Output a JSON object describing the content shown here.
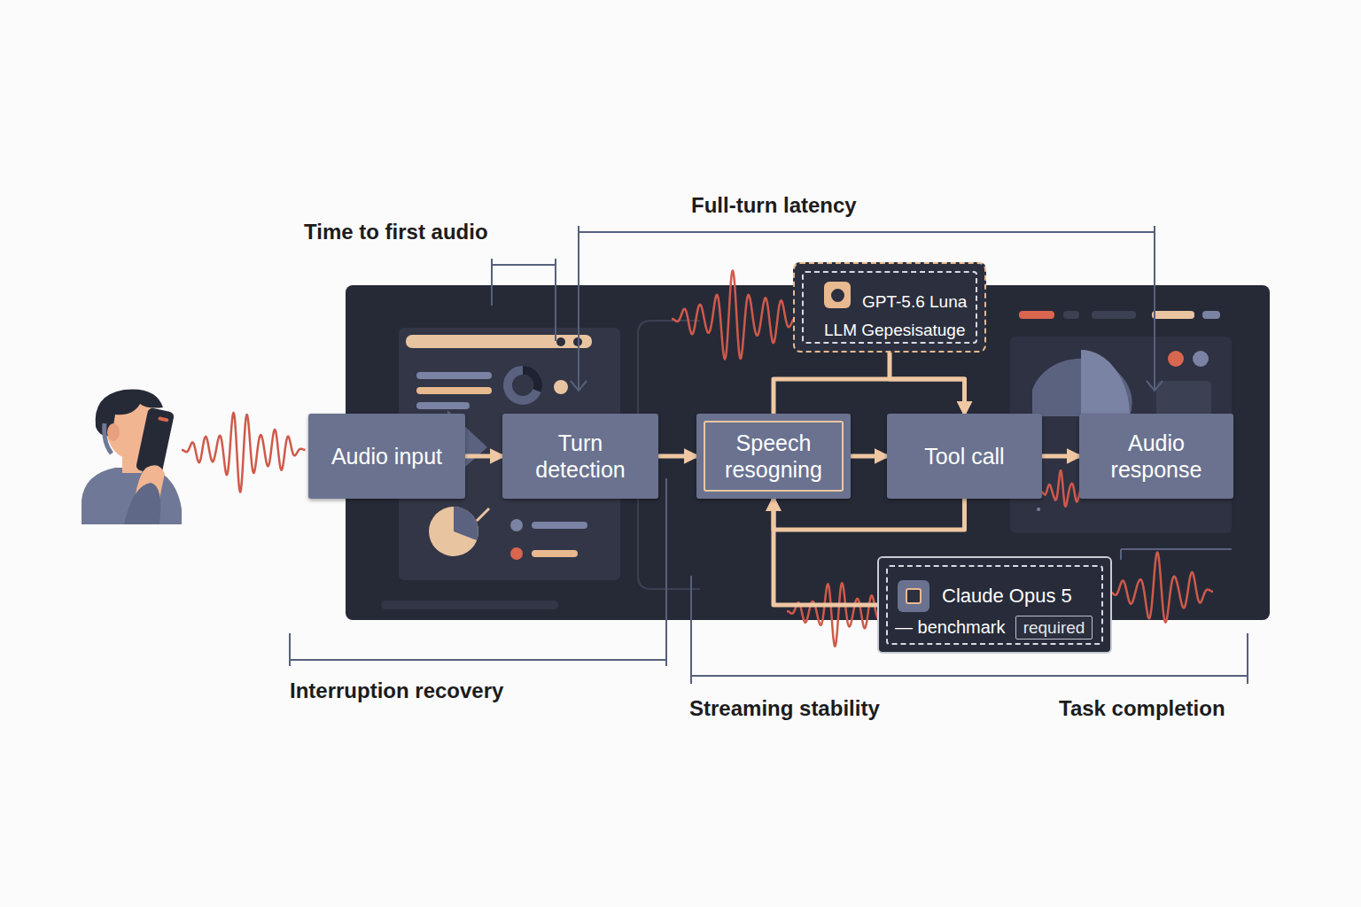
{
  "diagram": {
    "nodes": [
      {
        "text": [
          "Audio input"
        ]
      },
      {
        "text": [
          "Turn detection"
        ]
      },
      {
        "text": [
          "GPT-5.6 Luna",
          "LLM Gepesisatuge"
        ]
      },
      {
        "text": [
          "Speech resogning"
        ]
      },
      {
        "text": [
          "Tool call"
        ]
      },
      {
        "text": [
          "Audio response"
        ]
      },
      {
        "text": [
          "Claude Opus 5",
          "— benchmark"
        ]
      },
      {
        "text": [
          "required"
        ],
        "in": 6
      }
    ],
    "edges": [
      {
        "from": 0,
        "to": 1,
        "arrow": "to"
      },
      {
        "from": 1,
        "to": 3,
        "arrow": "to"
      },
      {
        "from": 3,
        "to": 4,
        "arrow": "to"
      },
      {
        "from": 4,
        "to": 5,
        "arrow": "to"
      },
      {
        "from": 3,
        "to": 4,
        "arrow": "to"
      },
      {
        "from": 2,
        "to": 4,
        "arrow": "to"
      },
      {
        "from": 4,
        "to": 3,
        "arrow": "to"
      },
      {
        "from": 6,
        "to": 3,
        "arrow": "to"
      }
    ],
    "labels": [
      "Time to first audio",
      "Full-turn latency",
      "Interruption recovery",
      "Streaming stability",
      "Task completion"
    ]
  }
}
